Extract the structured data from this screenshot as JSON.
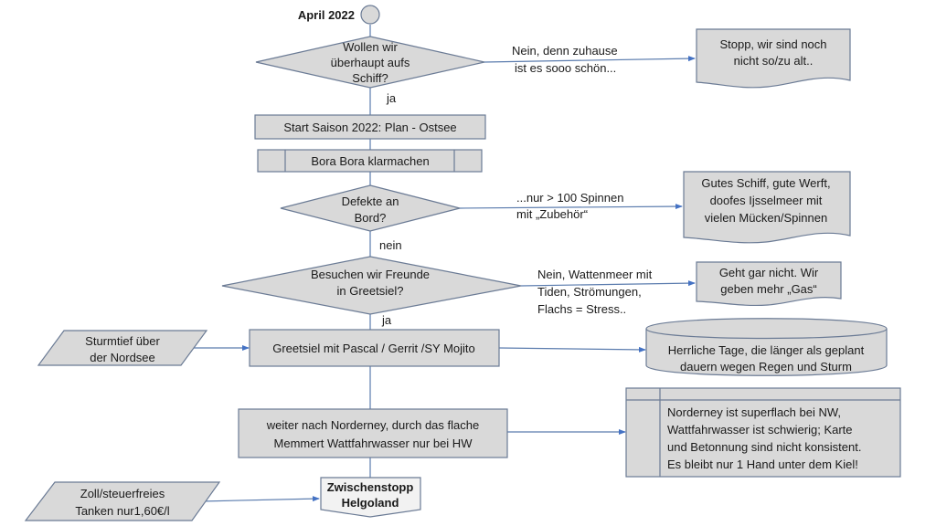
{
  "diagram": {
    "start": {
      "label": "April 2022"
    },
    "nodes": {
      "q_ship": {
        "lines": [
          "Wollen wir",
          "überhaupt aufs",
          "Schiff?"
        ]
      },
      "stop_old": {
        "lines": [
          "Stopp, wir sind noch",
          "nicht so/zu alt.."
        ]
      },
      "start_season": {
        "lines": [
          "Start Saison 2022: Plan -  Ostsee"
        ]
      },
      "prepare_boat": {
        "lines": [
          "Bora Bora klarmachen"
        ]
      },
      "q_defects": {
        "lines": [
          "Defekte an",
          "Bord?"
        ]
      },
      "good_ship": {
        "lines": [
          "Gutes Schiff, gute Werft,",
          "doofes Ijsselmeer mit",
          "vielen Mücken/Spinnen"
        ]
      },
      "q_friends": {
        "lines": [
          "Besuchen wir Freunde",
          "in Greetsiel?"
        ]
      },
      "no_way": {
        "lines": [
          "Geht gar nicht. Wir",
          "geben mehr „Gas“"
        ]
      },
      "storm_input": {
        "lines": [
          "Sturmtief über",
          "der Nordsee"
        ]
      },
      "greetsiel": {
        "lines": [
          "Greetsiel mit Pascal / Gerrit /SY Mojito"
        ]
      },
      "lovely_days": {
        "lines": [
          "Herrliche Tage, die länger als geplant",
          "dauern wegen Regen und Sturm"
        ]
      },
      "norderney": {
        "lines": [
          "weiter nach Norderney, durch das flache",
          "Memmert Wattfahrwasser nur bei HW"
        ]
      },
      "norderney_note": {
        "lines": [
          "Norderney ist superflach bei NW,",
          "Wattfahrwasser ist schwierig;  Karte",
          "und Betonnung sind nicht konsistent.",
          "Es bleibt nur 1 Hand unter dem Kiel!"
        ]
      },
      "fuel_input": {
        "lines": [
          "Zoll/steuerfreies",
          "Tanken nur1,60€/l"
        ]
      },
      "helgoland": {
        "lines": [
          "Zwischenstopp",
          "Helgoland"
        ]
      }
    },
    "edge_labels": {
      "ship_yes": "ja",
      "ship_no": [
        "Nein, denn zuhause",
        "ist es sooo schön..."
      ],
      "defects_no": "nein",
      "defects_yes": [
        "...nur > 100 Spinnen",
        "mit „Zubehör“"
      ],
      "friends_yes": "ja",
      "friends_no": [
        "Nein, Wattenmeer mit",
        "Tiden, Strömungen,",
        "Flachs =  Stress.."
      ]
    }
  }
}
